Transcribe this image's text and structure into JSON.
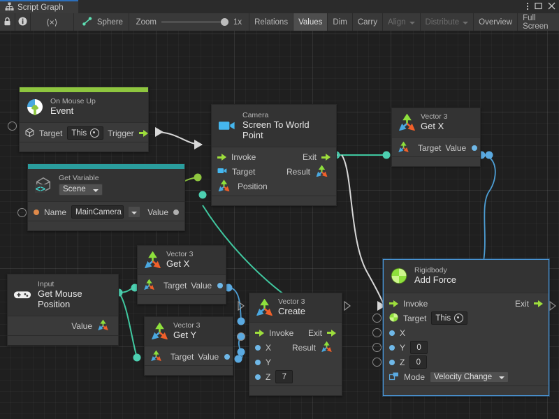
{
  "window": {
    "tab_label": "Script Graph",
    "tab_icon": "graph-icon",
    "menu_icon": "kebab-menu-icon",
    "maximize_icon": "maximize-icon",
    "close_icon": "close-icon"
  },
  "toolbar": {
    "lock_icon": "lock-icon",
    "info_icon": "info-icon",
    "code_label": "⟨×⟩",
    "object_label": "Sphere",
    "object_icon": "script-graph-icon",
    "zoom_label": "Zoom",
    "zoom_value": "1x",
    "relations_label": "Relations",
    "values_label": "Values",
    "dim_label": "Dim",
    "carry_label": "Carry",
    "align_label": "Align",
    "distribute_label": "Distribute",
    "overview_label": "Overview",
    "fullscreen_label": "Full Screen"
  },
  "nodes": {
    "on_mouse_up": {
      "subtitle": "On Mouse Up",
      "title": "Event",
      "accent": "#8ec63f",
      "icon": "mouse-event-icon",
      "target_label": "Target",
      "target_value": "This",
      "trigger_label": "Trigger"
    },
    "get_variable": {
      "subtitle": "Get Variable",
      "title": "Scene",
      "accent": "#2a9d9d",
      "icon": "unity-variable-icon",
      "name_label": "Name",
      "name_value": "MainCamera",
      "value_label": "Value"
    },
    "camera_screen_to_world": {
      "subtitle": "Camera",
      "title": "Screen To World Point",
      "icon": "camera-icon",
      "invoke_label": "Invoke",
      "exit_label": "Exit",
      "target_label": "Target",
      "result_label": "Result",
      "position_label": "Position"
    },
    "vector3_getx_top": {
      "subtitle": "Vector 3",
      "title": "Get X",
      "icon": "vector3-icon",
      "target_label": "Target",
      "value_label": "Value"
    },
    "vector3_getx_mid": {
      "subtitle": "Vector 3",
      "title": "Get X",
      "icon": "vector3-icon",
      "target_label": "Target",
      "value_label": "Value"
    },
    "vector3_gety": {
      "subtitle": "Vector 3",
      "title": "Get Y",
      "icon": "vector3-icon",
      "target_label": "Target",
      "value_label": "Value"
    },
    "input_mouse_position": {
      "subtitle": "Input",
      "title": "Get Mouse Position",
      "icon": "gamepad-icon",
      "value_label": "Value"
    },
    "vector3_create": {
      "subtitle": "Vector 3",
      "title": "Create",
      "icon": "vector3-icon",
      "invoke_label": "Invoke",
      "exit_label": "Exit",
      "x_label": "X",
      "y_label": "Y",
      "z_label": "Z",
      "z_value": "7",
      "result_label": "Result"
    },
    "rigidbody_add_force": {
      "subtitle": "Rigidbody",
      "title": "Add Force",
      "icon": "rigidbody-icon",
      "selected": true,
      "invoke_label": "Invoke",
      "exit_label": "Exit",
      "target_label": "Target",
      "target_value": "This",
      "x_label": "X",
      "y_label": "Y",
      "y_value": "0",
      "z_label": "Z",
      "z_value": "0",
      "mode_label": "Mode",
      "mode_value": "Velocity Change"
    }
  },
  "colors": {
    "accent_green": "#8ec63f",
    "accent_teal": "#2a9d9d",
    "wire_white": "#d8d8d8",
    "wire_green": "#8ec63f",
    "wire_teal": "#40c8a0",
    "wire_blue": "#4d9fd6",
    "selection": "#4a9be0",
    "canvas_bg": "#1f1f1f"
  }
}
